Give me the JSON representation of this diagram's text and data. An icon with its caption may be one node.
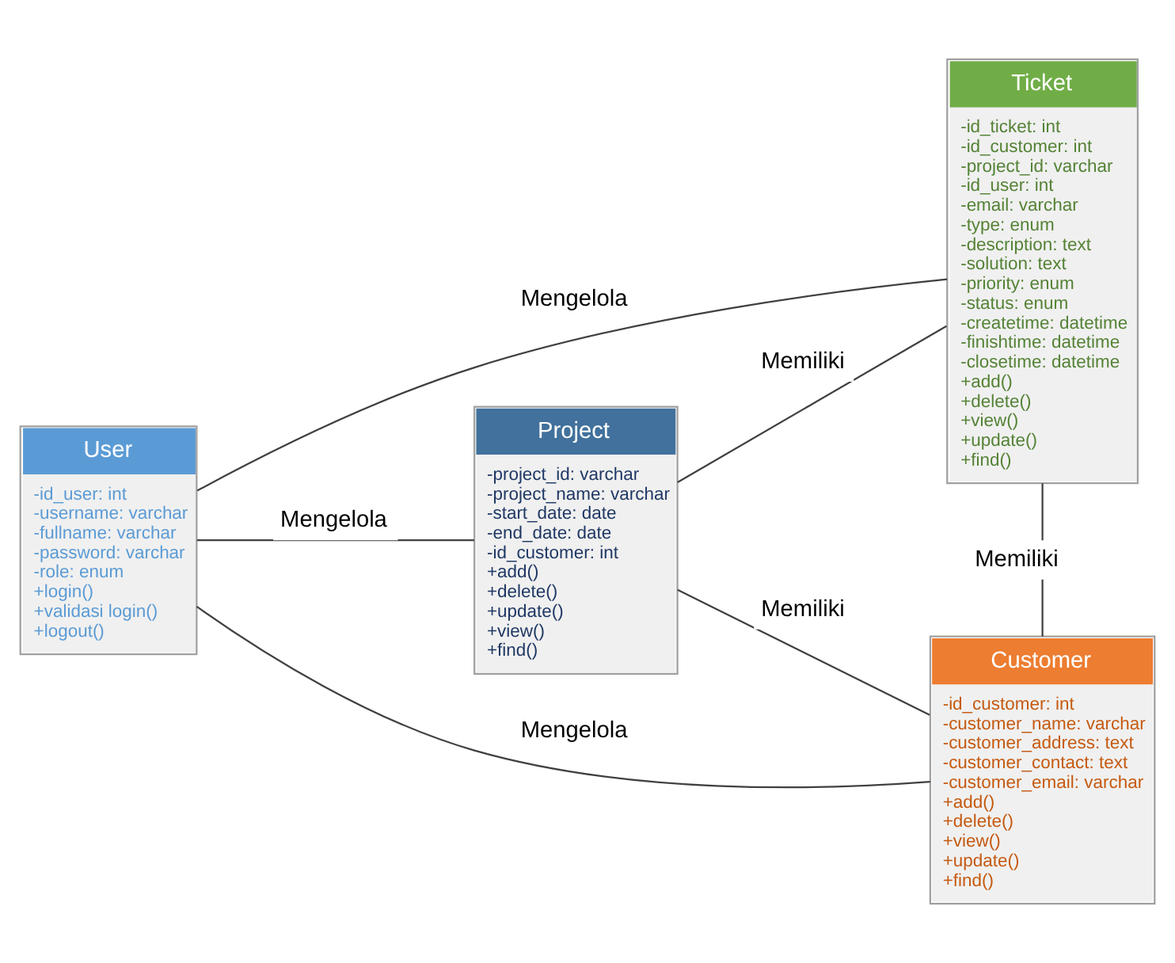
{
  "diagram": {
    "nodes": [
      {
        "text": [
          "User",
          "-id_user: int",
          "-username: varchar",
          "-fullname: varchar",
          "-password: varchar",
          "-role: enum",
          "+login()",
          "+validasi login()",
          "+logout()"
        ]
      },
      {
        "text": [
          "Ticket",
          "-id_ticket: int",
          "-id_customer: int",
          "-project_id: varchar",
          "-id_user: int",
          "-email: varchar",
          "-type: enum",
          "-description: text",
          "-solution: text",
          "-priority: enum",
          "-status: enum",
          "-createtime: datetime",
          "-finishtime: datetime",
          "-closetime: datetime",
          "+add()",
          "+delete()",
          "+view()",
          "+update()",
          "+find()"
        ]
      },
      {
        "text": [
          "Project",
          "-project_id: varchar",
          "-project_name: varchar",
          "-start_date: date",
          "-end_date: date",
          "-id_customer: int",
          "+add()",
          "+delete()",
          "+update()",
          "+view()",
          "+find()"
        ]
      },
      {
        "text": [
          "Customer",
          "-id_customer: int",
          "-customer_name: varchar",
          "-customer_address: text",
          "-customer_contact: text",
          "-customer_email: varchar",
          "+add()",
          "+delete()",
          "+view()",
          "+update()",
          "+find()"
        ]
      }
    ],
    "edges": [
      {
        "from": 0,
        "to": 1,
        "arrow": "none",
        "label": "Mengelola"
      },
      {
        "from": 0,
        "to": 2,
        "arrow": "none",
        "label": "Mengelola"
      },
      {
        "from": 2,
        "to": 1,
        "arrow": "none",
        "label": "Memiliki"
      },
      {
        "from": 1,
        "to": 3,
        "arrow": "none",
        "label": "Memiliki"
      },
      {
        "from": 2,
        "to": 3,
        "arrow": "none",
        "label": "Memiliki"
      },
      {
        "from": 0,
        "to": 3,
        "arrow": "none",
        "label": "Mengelola"
      }
    ]
  }
}
